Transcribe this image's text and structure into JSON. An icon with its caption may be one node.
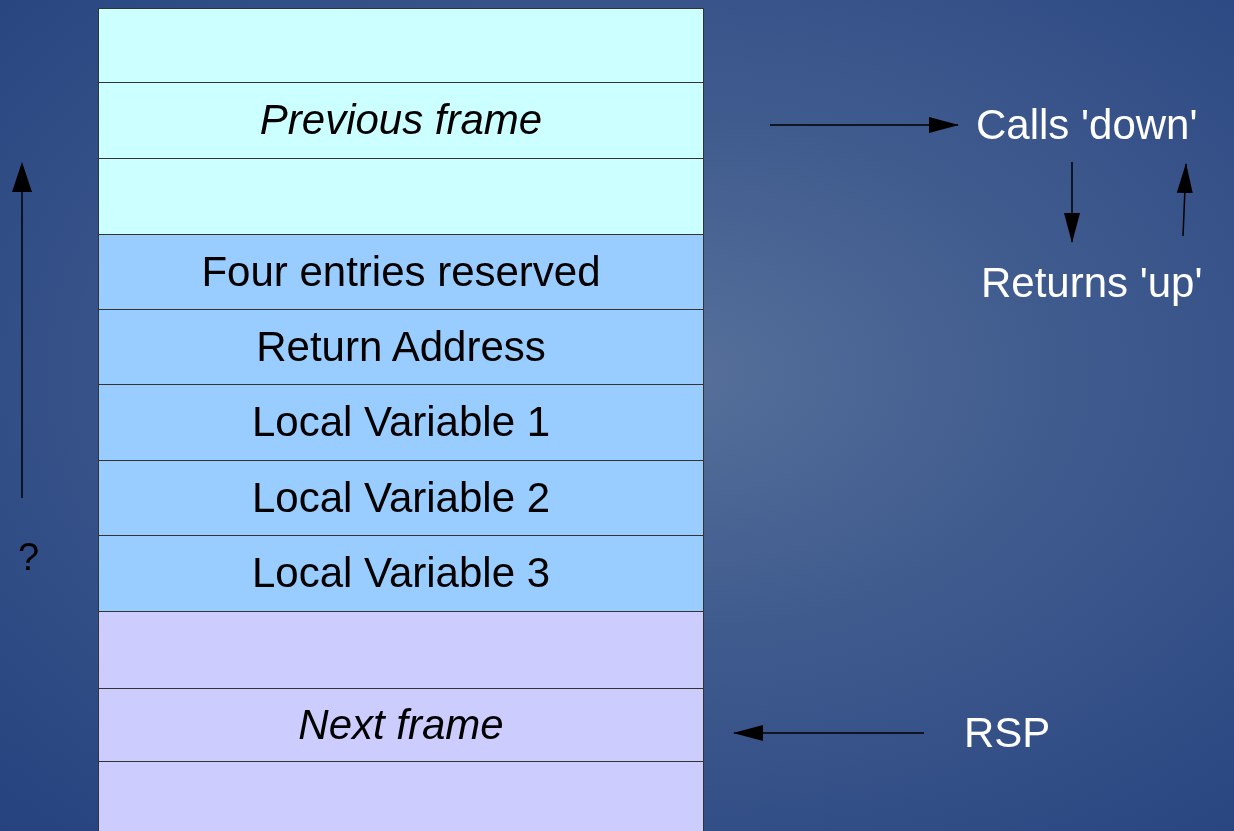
{
  "diagram": {
    "nodes": [
      {
        "text": [],
        "shape": "box"
      },
      {
        "text": [
          "Previous frame"
        ]
      },
      {
        "text": [],
        "shape": "box"
      },
      {
        "text": [
          "Four entries reserved"
        ]
      },
      {
        "text": [
          "Return Address"
        ]
      },
      {
        "text": [
          "Local Variable 1"
        ]
      },
      {
        "text": [
          "Local Variable 2"
        ]
      },
      {
        "text": [
          "Local Variable 3"
        ]
      },
      {
        "text": [],
        "shape": "box"
      },
      {
        "text": [
          "Next frame"
        ]
      },
      {
        "text": [],
        "shape": "box"
      },
      {
        "text": [
          "Calls 'down'"
        ]
      },
      {
        "text": [
          "Returns 'up'"
        ]
      },
      {
        "text": [
          "RSP"
        ]
      }
    ],
    "edges": [
      {
        "from": null,
        "to": 11,
        "arrow": "to"
      },
      {
        "from": 11,
        "to": 12,
        "arrow": "to"
      },
      {
        "from": 12,
        "to": 11,
        "arrow": "to"
      },
      {
        "from": 13,
        "to": 9,
        "arrow": "to"
      }
    ],
    "labels": [
      "?"
    ]
  }
}
